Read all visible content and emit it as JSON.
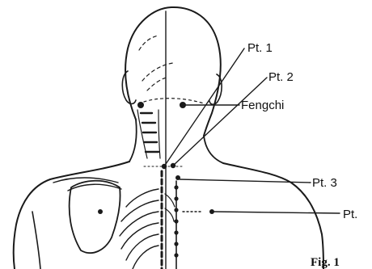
{
  "labels": {
    "pt1": "Pt. 1",
    "pt2": "Pt. 2",
    "fengchi": "Fengchi",
    "pt3": "Pt. 3",
    "pt4": "Pt."
  },
  "caption": "Fig. 1",
  "colors": {
    "ink": "#1a1a1a",
    "background": "#ffffff"
  }
}
